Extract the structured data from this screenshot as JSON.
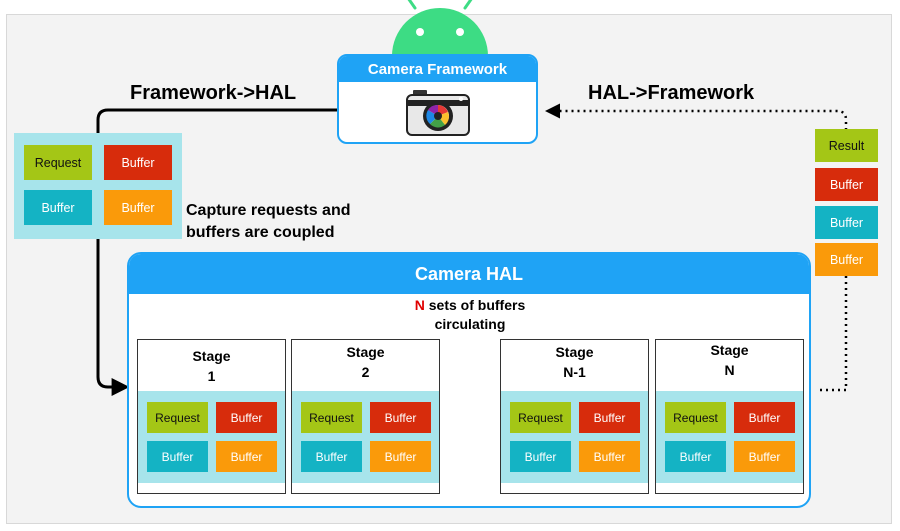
{
  "labels": {
    "framework_to_hal": "Framework->HAL",
    "hal_to_framework": "HAL->Framework",
    "coupled_line1": "Capture requests and",
    "coupled_line2": "buffers are coupled",
    "n_letter": "N",
    "sets_line1": " sets of buffers",
    "sets_line2": "circulating"
  },
  "camera_framework": {
    "title": "Camera Framework",
    "icon": "camera-icon"
  },
  "camera_hal": {
    "title": "Camera HAL"
  },
  "chips": {
    "request": "Request",
    "buffer": "Buffer",
    "result": "Result"
  },
  "stages": [
    {
      "line1": "Stage",
      "line2": "1"
    },
    {
      "line1": "Stage",
      "line2": "2"
    },
    {
      "line1": "Stage",
      "line2": "N-1"
    },
    {
      "line1": "Stage",
      "line2": "N"
    }
  ],
  "colors": {
    "request": "#a4c616",
    "buffer_red": "#d72c0c",
    "buffer_teal": "#14b3c4",
    "buffer_orange": "#fa9a0a",
    "accent_blue": "#1fa3f5",
    "tray": "#a7e4eb",
    "android_green": "#3ddc84",
    "n_red": "#e00000"
  }
}
